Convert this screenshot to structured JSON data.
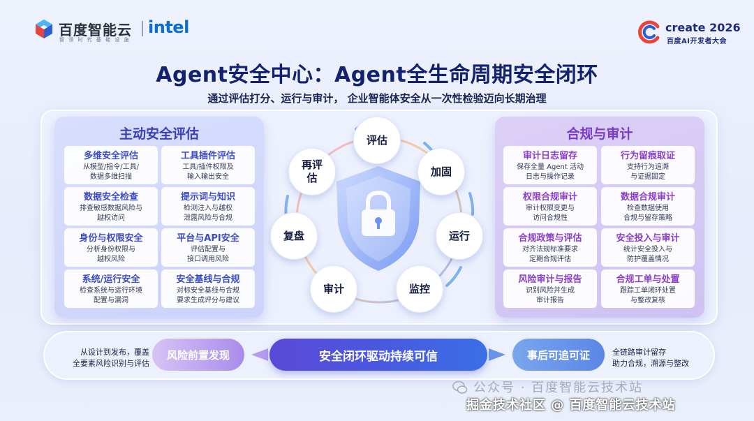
{
  "header": {
    "baidu_name": "百度智能云",
    "baidu_tagline": "智 领 时 代 基 础 设 施",
    "intel": "intel",
    "create_name": "create 2026",
    "create_sub": "百度AI开发者大会"
  },
  "title": "Agent安全中心：Agent全生命周期安全闭环",
  "subtitle": "通过评估打分、运行与审计， 企业智能体安全从一次性检验迈向长期治理",
  "left_panel": {
    "title": "主动安全评估",
    "cards": [
      {
        "title": "多维安全评估",
        "lines": [
          "从模型/指令/工具/",
          "数据多维扫描"
        ]
      },
      {
        "title": "工具插件评估",
        "lines": [
          "工具/插件权限及",
          "输入输出安全"
        ]
      },
      {
        "title": "数据安全检查",
        "lines": [
          "排查敏感数据风险与",
          "越权访问"
        ]
      },
      {
        "title": "提示词与知识",
        "lines": [
          "检测注入与越权",
          "泄露风险与合规"
        ]
      },
      {
        "title": "身份与权限安全",
        "lines": [
          "分析身份权限与",
          "越权风险"
        ]
      },
      {
        "title": "平台与API安全",
        "lines": [
          "评估配置与",
          "接口调用风险"
        ]
      },
      {
        "title": "系统/运行安全",
        "lines": [
          "检查系统与运行环境",
          "配置与漏洞"
        ]
      },
      {
        "title": "安全基线与合规",
        "lines": [
          "对标安全基线与合规",
          "要求生成评分与建议"
        ]
      }
    ]
  },
  "right_panel": {
    "title": "合规与审计",
    "cards": [
      {
        "title": "审计日志留存",
        "lines": [
          "保存全量 Agent 活动",
          "日志与操作记录"
        ]
      },
      {
        "title": "行为留痕取证",
        "lines": [
          "支持行为追溯",
          "与证据固定"
        ]
      },
      {
        "title": "权限合规审计",
        "lines": [
          "审计权限变更与",
          "访问合规性"
        ]
      },
      {
        "title": "数据合规审计",
        "lines": [
          "检查数据使用",
          "合规与留存策略"
        ]
      },
      {
        "title": "合规政策与评估",
        "lines": [
          "对齐法规标准要求",
          "定期合规评估"
        ]
      },
      {
        "title": "安全投入与审计",
        "lines": [
          "统计安全投入与",
          "防护覆盖情况"
        ]
      },
      {
        "title": "风险审计与报告",
        "lines": [
          "识别风险并生成",
          "审计报告"
        ]
      },
      {
        "title": "合规工单与处置",
        "lines": [
          "跟踪工单闭环处置",
          "与整改复核"
        ]
      }
    ]
  },
  "cycle": {
    "nodes": [
      {
        "label": "评估"
      },
      {
        "label": "加固"
      },
      {
        "label": "运行"
      },
      {
        "label": "监控"
      },
      {
        "label": "审计"
      },
      {
        "label": "复盘"
      },
      {
        "label": "再评\n估"
      }
    ]
  },
  "bottom": {
    "left_text": [
      "从设计到发布，覆盖",
      "全要素风险识别与评估"
    ],
    "left_pill": "风险前置发现",
    "center_pill": "安全闭环驱动持续可信",
    "right_pill": "事后可追可证",
    "right_text": [
      "全链路审计留存",
      "助力合规，溯源与整改"
    ]
  },
  "watermark": {
    "line1": "公众号 · 百度智能云技术站",
    "line2": "掘金技术社区 @ 百度智能云技术站"
  },
  "colors": {
    "title": "#13226e",
    "left_accent": "#3a3fb8",
    "right_accent": "#7a3bc8",
    "center_pill": "#4a58e0"
  }
}
